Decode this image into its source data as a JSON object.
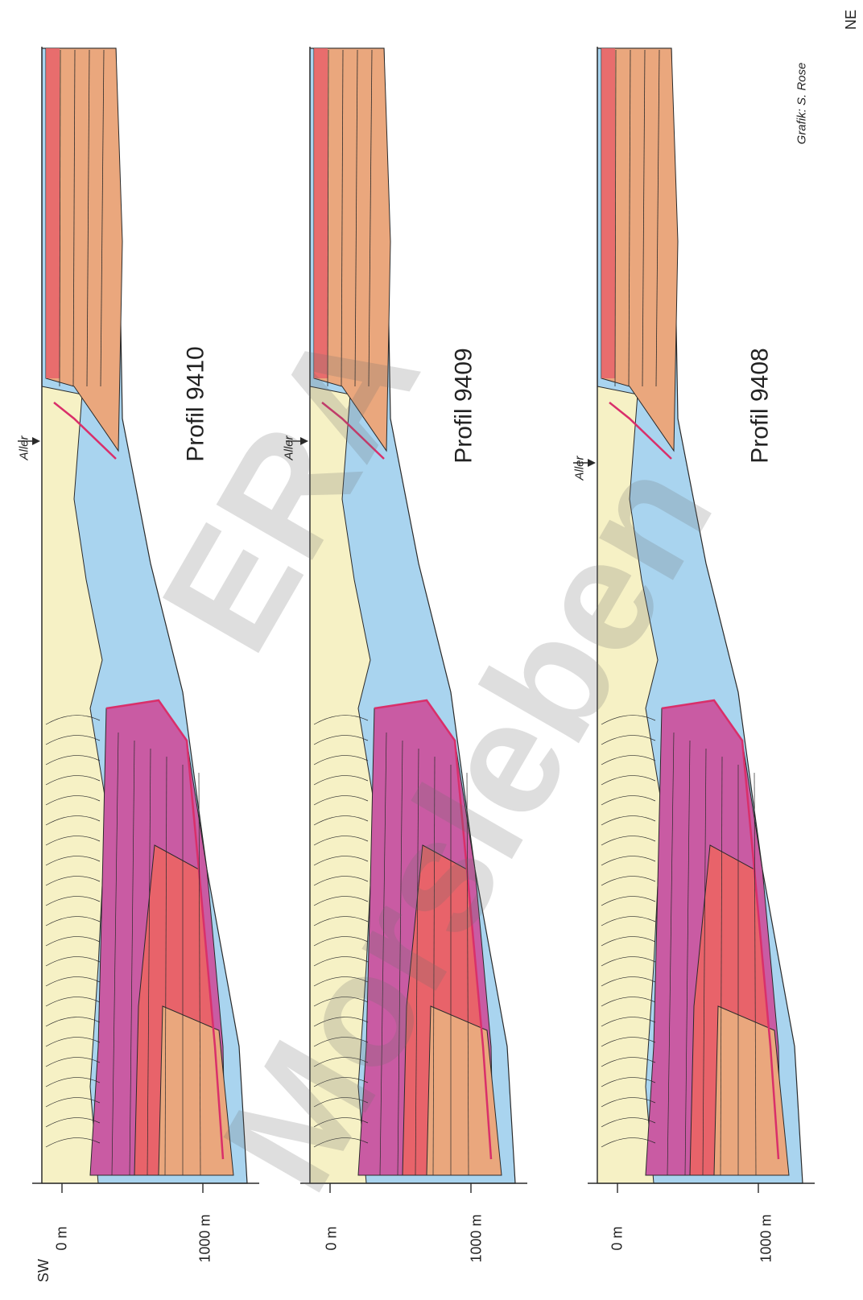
{
  "orientation": {
    "sw": "SW",
    "ne": "NE"
  },
  "credit": "Grafik: S. Rose",
  "watermark": "ERA Morsleben",
  "colors": {
    "cap_rock": "#a9d4ef",
    "upper_salt": "#f6f1c5",
    "basin_fill_orange": "#eaa77d",
    "red_layer": "#e8636a",
    "magenta_layer": "#c95ba3",
    "boundary_line": "#d92f6a",
    "line_dark": "#2a2a2a"
  },
  "profiles": [
    {
      "name": "Profil 9410",
      "river": "Aller",
      "depth_ticks": [
        "0 m",
        "1000 m"
      ]
    },
    {
      "name": "Profil 9409",
      "river": "Aller",
      "depth_ticks": [
        "0 m",
        "1000 m"
      ]
    },
    {
      "name": "Profil 9408",
      "river": "Aller",
      "depth_ticks": [
        "0 m",
        "1000 m"
      ]
    }
  ]
}
